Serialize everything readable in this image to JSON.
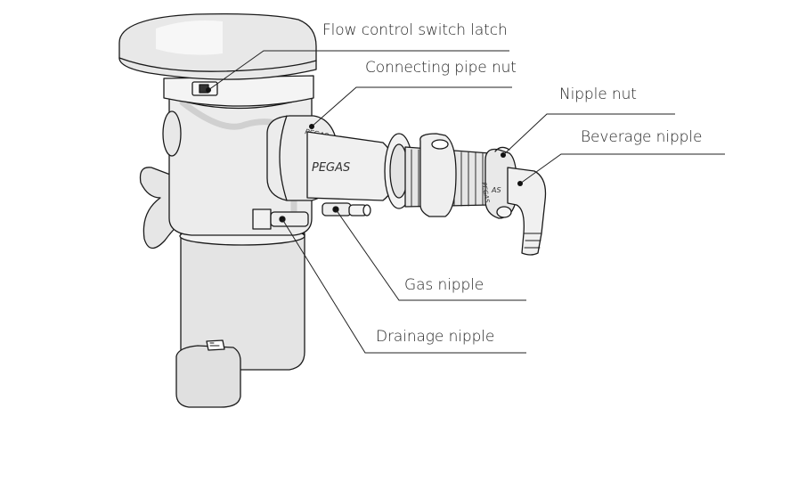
{
  "labels": {
    "flow_control_switch_latch": "Flow control switch latch",
    "connecting_pipe_nut": "Connecting pipe nut",
    "nipple_nut": "Nipple nut",
    "beverage_nipple": "Beverage nipple",
    "gas_nipple": "Gas nipple",
    "drainage_nipple": "Drainage nipple"
  },
  "brand": {
    "pipe_text": "PEGAS",
    "nut_text": "PEGAS",
    "nipple_text": "PEGAS"
  },
  "colors": {
    "line": "#1a1a1a",
    "shade": "#e3e3e3",
    "text": "#262626"
  }
}
